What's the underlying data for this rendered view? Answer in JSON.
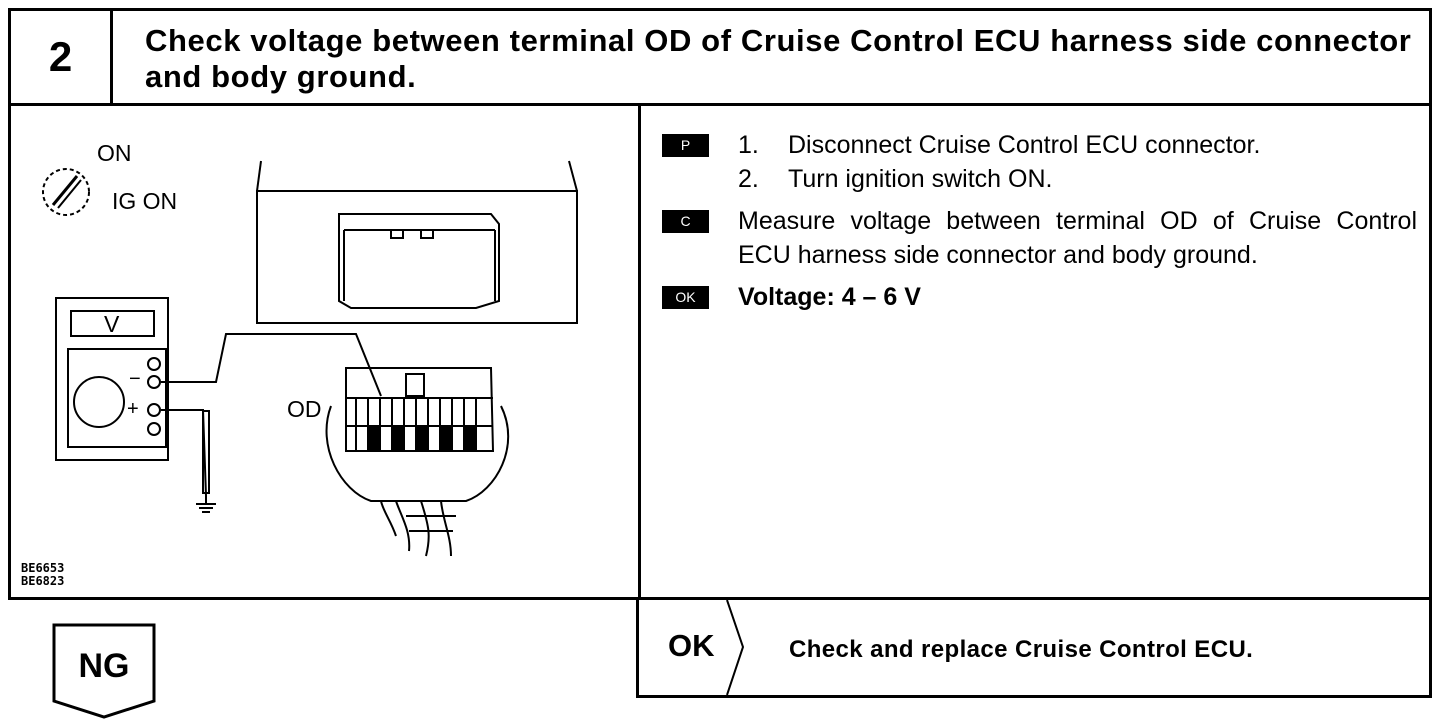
{
  "header": {
    "step_number": "2",
    "title": "Check voltage between terminal OD of Cruise Control ECU harness side connector and body ground."
  },
  "figure": {
    "switch_label": "ON",
    "ignition_label": "IG ON",
    "meter_label": "V",
    "minus": "−",
    "plus": "+",
    "terminal_label": "OD",
    "codes": [
      "BE6653",
      "BE6823"
    ]
  },
  "procedure": {
    "prepare_badge": "P",
    "prepare_steps": [
      {
        "num": "1.",
        "text": "Disconnect Cruise Control ECU connector."
      },
      {
        "num": "2.",
        "text": "Turn ignition switch ON."
      }
    ],
    "check_badge": "C",
    "check_text": "Measure voltage between terminal OD of Cruise Control ECU harness side connector and body ground.",
    "ok_badge": "OK",
    "spec_text": "Voltage:  4 – 6 V"
  },
  "result_ok": {
    "label": "OK",
    "action": "Check and replace Cruise Control ECU."
  },
  "result_ng": {
    "label": "NG"
  }
}
